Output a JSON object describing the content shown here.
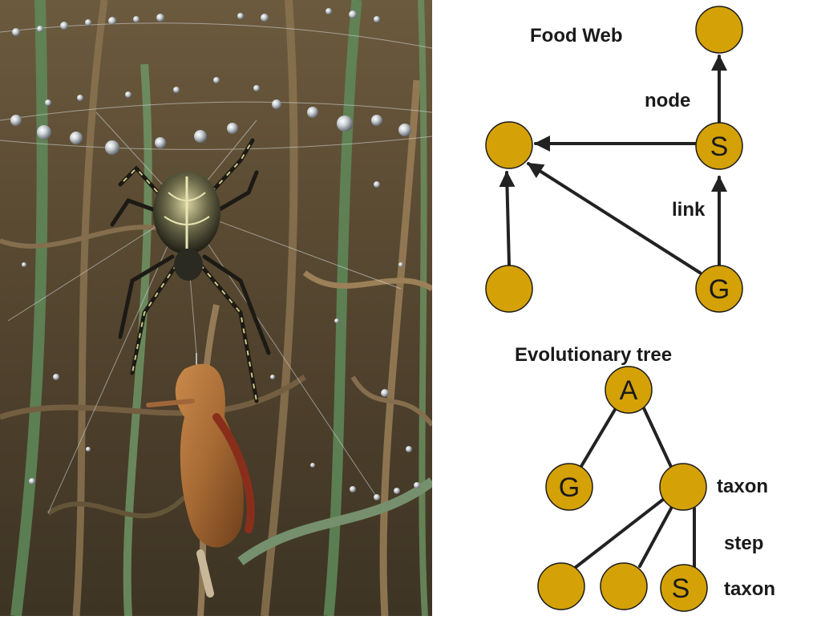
{
  "photo": {
    "subject": "spider-on-dewy-web-with-grasshopper-prey"
  },
  "colors": {
    "node_fill": "#D4A106",
    "edge": "#222222",
    "text": "#1a1a1a"
  },
  "food_web": {
    "title": "Food Web",
    "node_label": "node",
    "link_label": "link",
    "nodes": [
      {
        "id": "top",
        "letter": ""
      },
      {
        "id": "left",
        "letter": ""
      },
      {
        "id": "s",
        "letter": "S"
      },
      {
        "id": "bottom-left",
        "letter": ""
      },
      {
        "id": "g",
        "letter": "G"
      }
    ],
    "links": [
      {
        "from": "s",
        "to": "top"
      },
      {
        "from": "s",
        "to": "left"
      },
      {
        "from": "g",
        "to": "s"
      },
      {
        "from": "g",
        "to": "left"
      },
      {
        "from": "bottom-left",
        "to": "left"
      }
    ]
  },
  "evolutionary_tree": {
    "title": "Evolutionary tree",
    "taxon_label_1": "taxon",
    "step_label": "step",
    "taxon_label_2": "taxon",
    "nodes": [
      {
        "id": "a",
        "letter": "A"
      },
      {
        "id": "g",
        "letter": "G"
      },
      {
        "id": "mid",
        "letter": ""
      },
      {
        "id": "leaf1",
        "letter": ""
      },
      {
        "id": "leaf2",
        "letter": ""
      },
      {
        "id": "s",
        "letter": "S"
      }
    ],
    "branches": [
      {
        "from": "a",
        "to": "g"
      },
      {
        "from": "a",
        "to": "mid"
      },
      {
        "from": "mid",
        "to": "leaf1"
      },
      {
        "from": "mid",
        "to": "leaf2"
      },
      {
        "from": "mid",
        "to": "s"
      }
    ]
  }
}
